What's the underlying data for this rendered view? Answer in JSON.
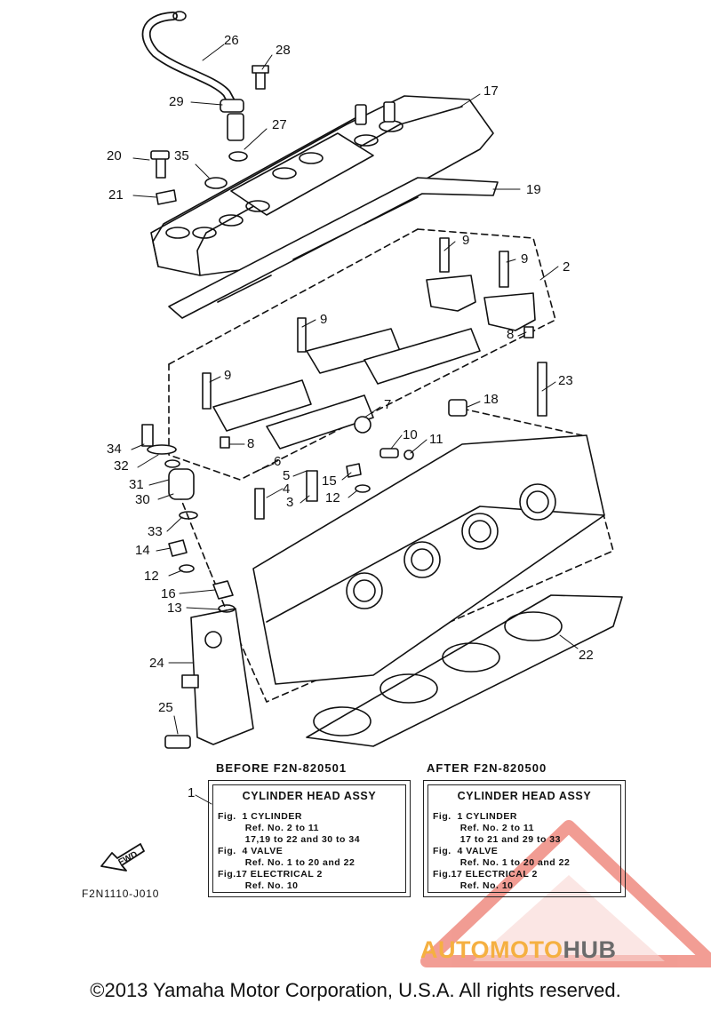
{
  "callouts": [
    {
      "id": "26",
      "text": "26"
    },
    {
      "id": "28",
      "text": "28"
    },
    {
      "id": "29",
      "text": "29"
    },
    {
      "id": "17",
      "text": "17"
    },
    {
      "id": "27",
      "text": "27"
    },
    {
      "id": "20",
      "text": "20"
    },
    {
      "id": "35",
      "text": "35"
    },
    {
      "id": "19",
      "text": "19"
    },
    {
      "id": "21",
      "text": "21"
    },
    {
      "id": "9a",
      "text": "9"
    },
    {
      "id": "9b",
      "text": "9"
    },
    {
      "id": "2",
      "text": "2"
    },
    {
      "id": "9c",
      "text": "9"
    },
    {
      "id": "8a",
      "text": "8"
    },
    {
      "id": "9d",
      "text": "9"
    },
    {
      "id": "23",
      "text": "23"
    },
    {
      "id": "18",
      "text": "18"
    },
    {
      "id": "7",
      "text": "7"
    },
    {
      "id": "34",
      "text": "34"
    },
    {
      "id": "8b",
      "text": "8"
    },
    {
      "id": "10",
      "text": "10"
    },
    {
      "id": "11",
      "text": "11"
    },
    {
      "id": "32",
      "text": "32"
    },
    {
      "id": "6",
      "text": "6"
    },
    {
      "id": "5",
      "text": "5"
    },
    {
      "id": "31",
      "text": "31"
    },
    {
      "id": "15",
      "text": "15"
    },
    {
      "id": "4",
      "text": "4"
    },
    {
      "id": "30",
      "text": "30"
    },
    {
      "id": "3",
      "text": "3"
    },
    {
      "id": "12a",
      "text": "12"
    },
    {
      "id": "33",
      "text": "33"
    },
    {
      "id": "14",
      "text": "14"
    },
    {
      "id": "12b",
      "text": "12"
    },
    {
      "id": "16",
      "text": "16"
    },
    {
      "id": "13",
      "text": "13"
    },
    {
      "id": "24",
      "text": "24"
    },
    {
      "id": "22",
      "text": "22"
    },
    {
      "id": "25",
      "text": "25"
    },
    {
      "id": "1",
      "text": "1"
    }
  ],
  "versions": [
    {
      "heading": "BEFORE F2N-820501",
      "box_title": "CYLINDER HEAD ASSY",
      "lines": "Fig.  1 CYLINDER\n         Ref. No. 2 to 11\n         17,19 to 22 and 30 to 34\nFig.  4 VALVE\n         Ref. No. 1 to 20 and 22\nFig.17 ELECTRICAL 2\n         Ref. No. 10"
    },
    {
      "heading": "AFTER F2N-820500",
      "box_title": "CYLINDER HEAD ASSY",
      "lines": "Fig.  1 CYLINDER\n         Ref. No. 2 to 11\n         17 to 21 and 29 to 33\nFig.  4 VALVE\n         Ref. No. 1 to 20 and 22\nFig.17 ELECTRICAL 2\n         Ref. No. 10"
    }
  ],
  "fwd_label": "FWD",
  "figure_code": "F2N1110-J010",
  "copyright": "©2013 Yamaha Motor Corporation, U.S.A. All rights reserved.",
  "watermark": {
    "part1": "AUTOMOTO",
    "part2": "HUB",
    "accent": "#e74c3c",
    "orange": "#f5b041"
  }
}
